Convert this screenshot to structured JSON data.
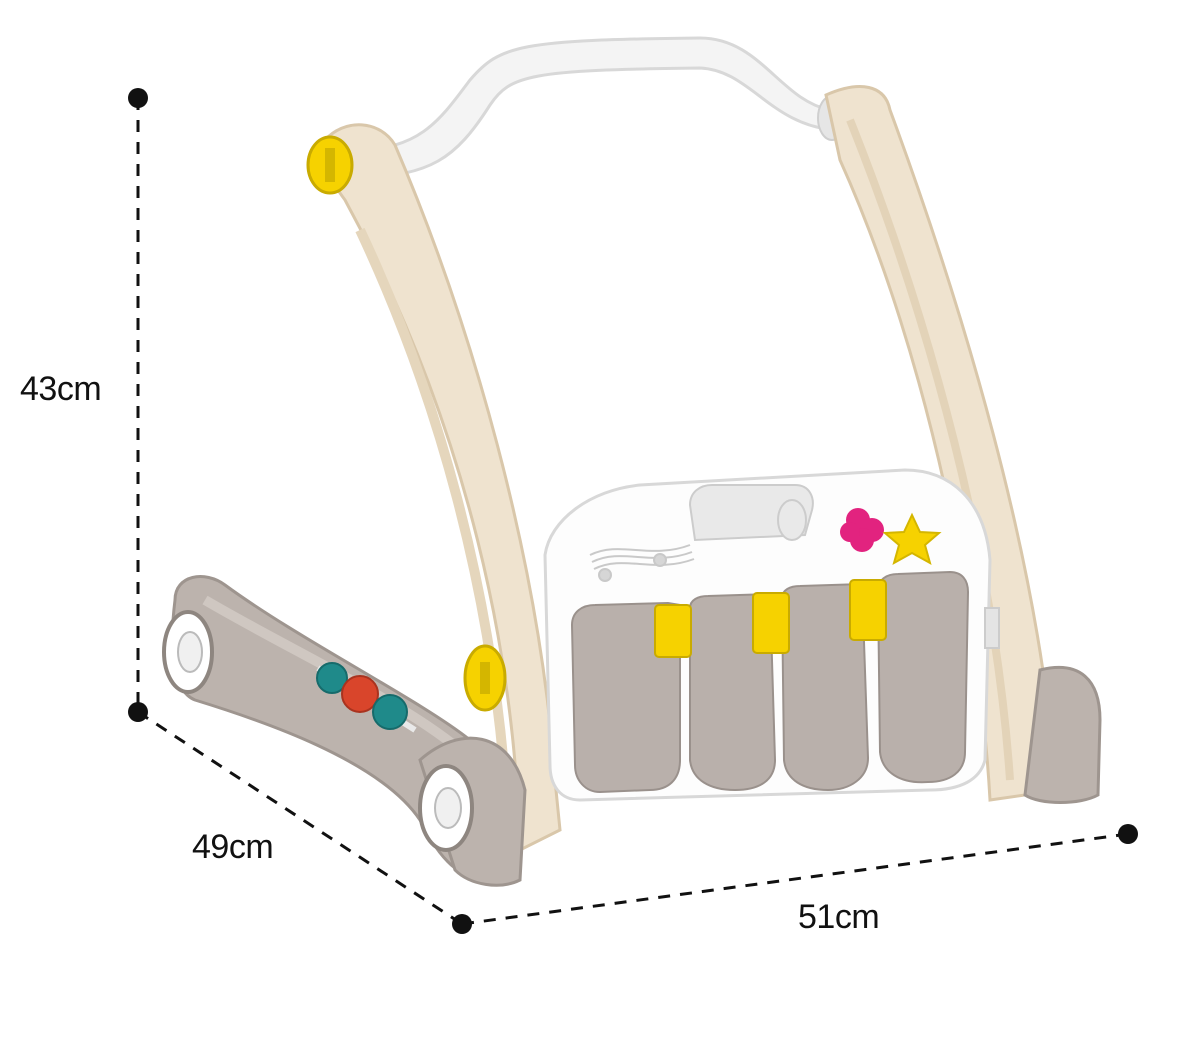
{
  "dimensions": {
    "height_label": "43cm",
    "depth_label": "49cm",
    "width_label": "51cm"
  },
  "colors": {
    "frame_beige": "#efe3cf",
    "frame_shadow": "#d9c7aa",
    "handle_white": "#f4f4f4",
    "base_gray": "#bcb3ad",
    "key_gray": "#b9b0ab",
    "key_yellow": "#f6d200",
    "star_pink": "#e2237f",
    "bead_teal": "#1f8a8a",
    "bead_red": "#d9452b",
    "dimension_line": "#111111"
  },
  "icons": [
    "music-note-icon",
    "star-icon",
    "flower-icon"
  ]
}
